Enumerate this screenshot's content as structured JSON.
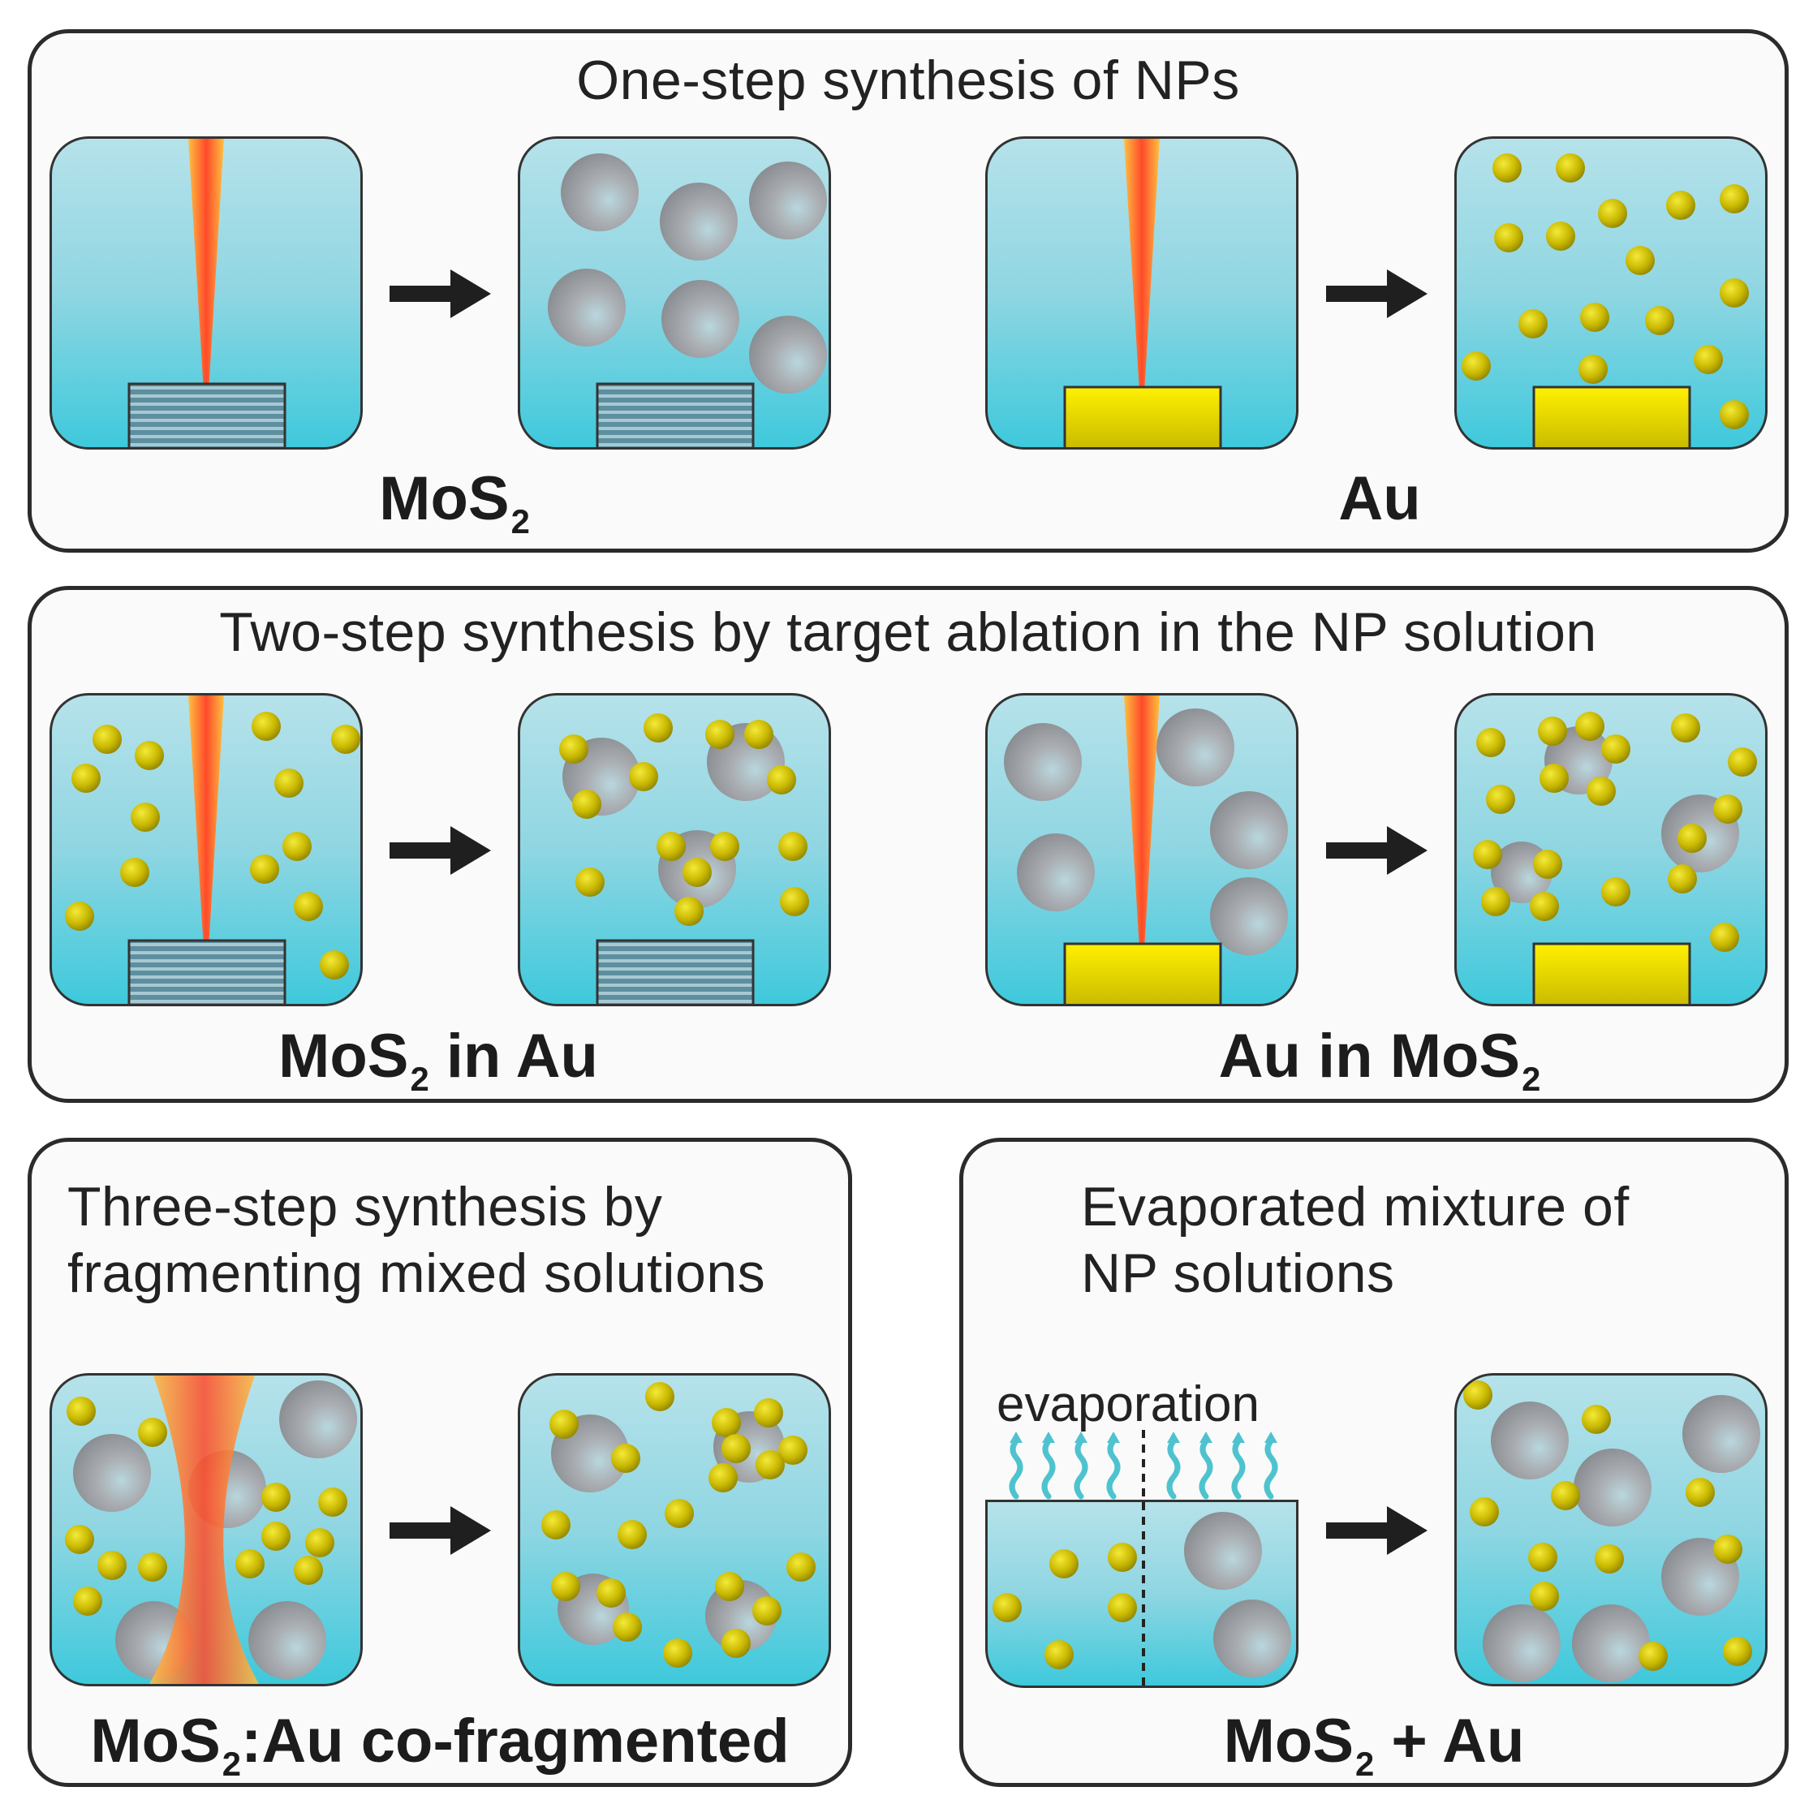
{
  "colors": {
    "mos2_np": "#9a9ea2",
    "au_np": "#c9b800",
    "au_target": "#f5e200",
    "water_top": "#b6e2ea",
    "water_bottom": "#3ec9dc",
    "laser_core": "#ff4a2a",
    "laser_edge": "#ffc040",
    "vapor": "#4ec3cf",
    "arrow": "#1f1f1f"
  },
  "panels": {
    "one_step": {
      "title": "One-step synthesis of NPs",
      "label_left": "MoS",
      "label_left_sub": "2",
      "label_right": "Au"
    },
    "two_step": {
      "title": "Two-step synthesis by target ablation in the NP solution",
      "label_left_pre": "MoS",
      "label_left_sub": "2",
      "label_left_post": " in Au",
      "label_right_pre": "Au in MoS",
      "label_right_sub": "2"
    },
    "three_step": {
      "title_line1": "Three-step synthesis by",
      "title_line2": "fragmenting mixed solutions",
      "label_pre": "MoS",
      "label_sub": "2",
      "label_post": ":Au co-fragmented"
    },
    "evaporated": {
      "title_line1": "Evaporated mixture of",
      "title_line2": "NP solutions",
      "evap_label": "evaporation",
      "label_pre": "MoS",
      "label_sub": "2",
      "label_post": " + Au"
    }
  },
  "icons": [
    "laser-beam-icon",
    "mos2-target-icon",
    "au-target-icon",
    "mos2-nanoparticle-icon",
    "au-nanoparticle-icon",
    "process-arrow-icon",
    "vapor-wave-icon"
  ]
}
